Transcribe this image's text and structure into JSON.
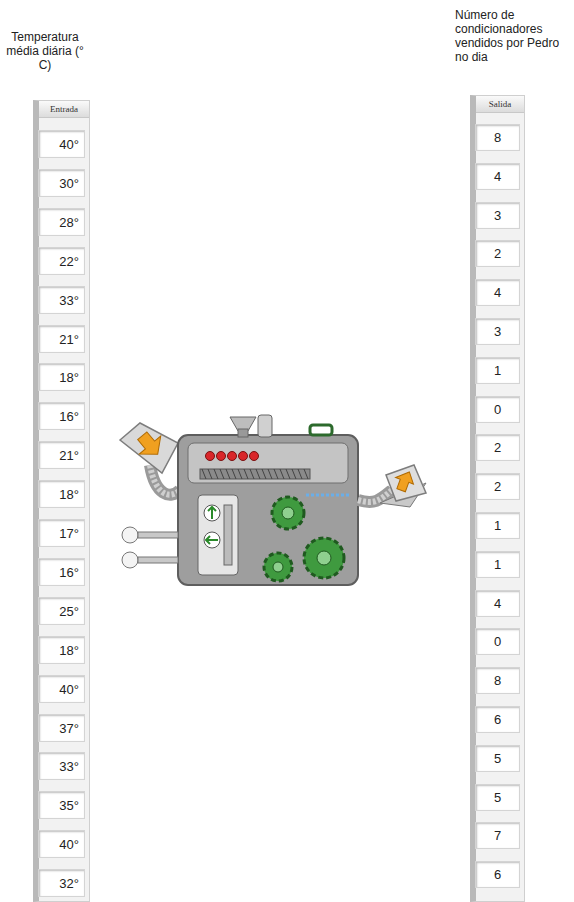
{
  "diagram": {
    "nodes": [
      {
        "text": [
          "Temperatura média diária (° C)",
          "Entrada"
        ]
      },
      {
        "text": [
          "40°"
        ],
        "in": 0
      },
      {
        "text": [
          "30°"
        ],
        "in": 0
      },
      {
        "text": [
          "28°"
        ],
        "in": 0
      },
      {
        "text": [
          "22°"
        ],
        "in": 0
      },
      {
        "text": [
          "33°"
        ],
        "in": 0
      },
      {
        "text": [
          "21°"
        ],
        "in": 0
      },
      {
        "text": [
          "18°"
        ],
        "in": 0
      },
      {
        "text": [
          "16°"
        ],
        "in": 0
      },
      {
        "text": [
          "21°"
        ],
        "in": 0
      },
      {
        "text": [
          "18°"
        ],
        "in": 0
      },
      {
        "text": [
          "17°"
        ],
        "in": 0
      },
      {
        "text": [
          "16°"
        ],
        "in": 0
      },
      {
        "text": [
          "25°"
        ],
        "in": 0
      },
      {
        "text": [
          "18°"
        ],
        "in": 0
      },
      {
        "text": [
          "40°"
        ],
        "in": 0
      },
      {
        "text": [
          "37°"
        ],
        "in": 0
      },
      {
        "text": [
          "33°"
        ],
        "in": 0
      },
      {
        "text": [
          "35°"
        ],
        "in": 0
      },
      {
        "text": [
          "40°"
        ],
        "in": 0
      },
      {
        "text": [
          "32°"
        ],
        "in": 0
      },
      {
        "text": [
          "Número de condicionadores vendidos por Pedro no dia",
          "Salida"
        ]
      },
      {
        "text": [
          "8"
        ],
        "in": 21
      },
      {
        "text": [
          "4"
        ],
        "in": 21
      },
      {
        "text": [
          "3"
        ],
        "in": 21
      },
      {
        "text": [
          "2"
        ],
        "in": 21
      },
      {
        "text": [
          "4"
        ],
        "in": 21
      },
      {
        "text": [
          "3"
        ],
        "in": 21
      },
      {
        "text": [
          "1"
        ],
        "in": 21
      },
      {
        "text": [
          "0"
        ],
        "in": 21
      },
      {
        "text": [
          "2"
        ],
        "in": 21
      },
      {
        "text": [
          "2"
        ],
        "in": 21
      },
      {
        "text": [
          "1"
        ],
        "in": 21
      },
      {
        "text": [
          "1"
        ],
        "in": 21
      },
      {
        "text": [
          "4"
        ],
        "in": 21
      },
      {
        "text": [
          "0"
        ],
        "in": 21
      },
      {
        "text": [
          "8"
        ],
        "in": 21
      },
      {
        "text": [
          "6"
        ],
        "in": 21
      },
      {
        "text": [
          "5"
        ],
        "in": 21
      },
      {
        "text": [
          "5"
        ],
        "in": 21
      },
      {
        "text": [
          "7"
        ],
        "in": 21
      },
      {
        "text": [
          "6"
        ],
        "in": 21
      }
    ]
  }
}
